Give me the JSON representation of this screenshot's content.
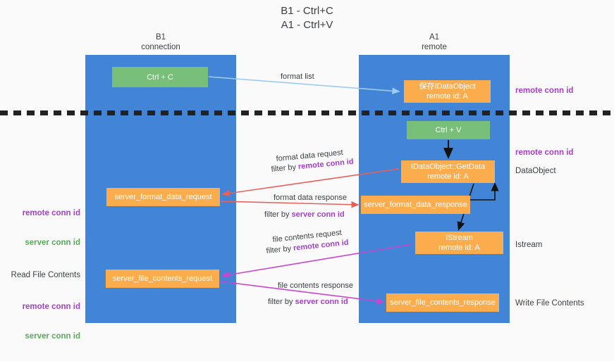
{
  "diagram": {
    "title": "B1 - Ctrl+C\nA1 - Ctrl+V",
    "lanes": [
      {
        "id": "b1",
        "header": "B1\nconnection"
      },
      {
        "id": "a1",
        "header": "A1\nremote"
      }
    ],
    "nodes": {
      "ctrl_c": "Ctrl + C",
      "idataobject_remote": "保存IDataObject\nremote id: A",
      "ctrl_v": "Ctrl + V",
      "getdata": "IDataObject::GetData\nremote id: A",
      "server_format_data_request": "server_format_data_request",
      "server_format_data_response": "server_format_data_response",
      "istream": "IStream\nremote id: A",
      "server_file_contents_request": "server_file_contents_request",
      "server_file_contents_response": "server_file_contents_response"
    },
    "edge_labels": {
      "format_list": "format list",
      "format_data_request": "format data request",
      "format_data_request_filter_prefix": "filter by ",
      "format_data_request_filter_key": "remote conn id",
      "format_data_response": "format data response",
      "format_data_response_filter_prefix": "filter by ",
      "format_data_response_filter_key": "server conn id",
      "file_contents_request": "file contents request",
      "file_contents_request_filter_prefix": "filter by ",
      "file_contents_request_filter_key": "remote conn id",
      "file_contents_response": "file contents response",
      "file_contents_response_filter_prefix": "filter by ",
      "file_contents_response_filter_key": "server conn id"
    },
    "right_notes": {
      "remote_conn_id_top": "remote conn id",
      "remote_conn_id_mid": "remote conn id",
      "dataobject": "DataObject",
      "istream": "Istream",
      "write_file_contents": "Write File Contents"
    },
    "left_notes": {
      "remote_conn_id_a": "remote conn id",
      "server_conn_id_a": "server conn id",
      "read_file_contents": "Read File Contents",
      "remote_conn_id_b": "remote conn id",
      "server_conn_id_b": "server conn id"
    },
    "colors": {
      "lane": "#4285d6",
      "green_box": "#78c07a",
      "orange_box": "#fbac4d",
      "purple_text": "#a341c4",
      "green_text": "#5aa95d",
      "blue_arrow": "#9ecbf0",
      "red_arrow": "#e8605a",
      "magenta_arrow": "#cc44cc",
      "black_arrow": "#111111",
      "background": "#fafafa"
    }
  }
}
